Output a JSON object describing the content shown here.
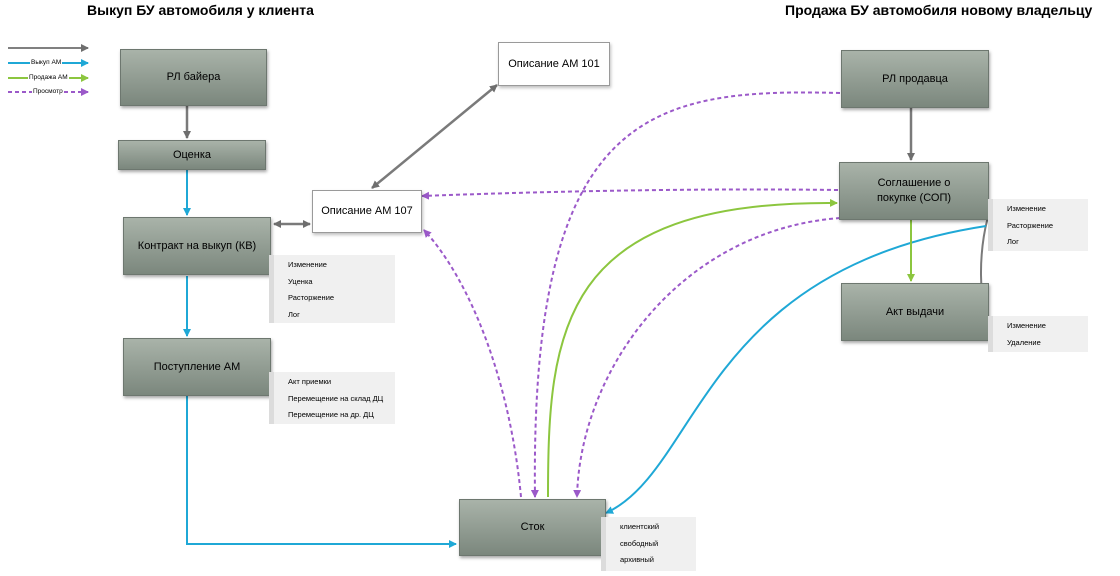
{
  "headings": {
    "left": "Выкуп БУ автомобиля у клиента",
    "right": "Продажа БУ автомобиля новому владельцу"
  },
  "legend": [
    {
      "label": "",
      "color": "#808080",
      "style": "solid"
    },
    {
      "label": "Выкуп АМ",
      "color": "#1fa8d6",
      "style": "solid"
    },
    {
      "label": "Продажа АМ",
      "color": "#8cc63f",
      "style": "solid"
    },
    {
      "label": "Просмотр",
      "color": "#9b59c9",
      "style": "dashed"
    }
  ],
  "nodes": {
    "rl_buyer": "РЛ байера",
    "ocenka": "Оценка",
    "kontrakt": "Контракт на выкуп (КВ)",
    "postuplenie": "Поступление АМ",
    "opisanie107": "Описание АМ 107",
    "opisanie101": "Описание АМ 101",
    "rl_seller": "РЛ продавца",
    "sop": "Соглашение о покупке (СОП)",
    "akt": "Акт выдачи",
    "stok": "Сток"
  },
  "sublists": {
    "kontrakt": [
      "Изменение",
      "Уценка",
      "Расторжение",
      "Лог"
    ],
    "postuplenie": [
      "Акт приемки",
      "Перемещение на склад ДЦ",
      "Перемещение на др. ДЦ"
    ],
    "sop": [
      "Изменение",
      "Расторжение",
      "Лог"
    ],
    "akt": [
      "Изменение",
      "Удаление"
    ],
    "stok": [
      "клиентский",
      "свободный",
      "архивный"
    ]
  },
  "colors": {
    "gray": "#808080",
    "blue": "#1fa8d6",
    "green": "#8cc63f",
    "purple": "#9b59c9",
    "node_fill": "#95a095"
  }
}
